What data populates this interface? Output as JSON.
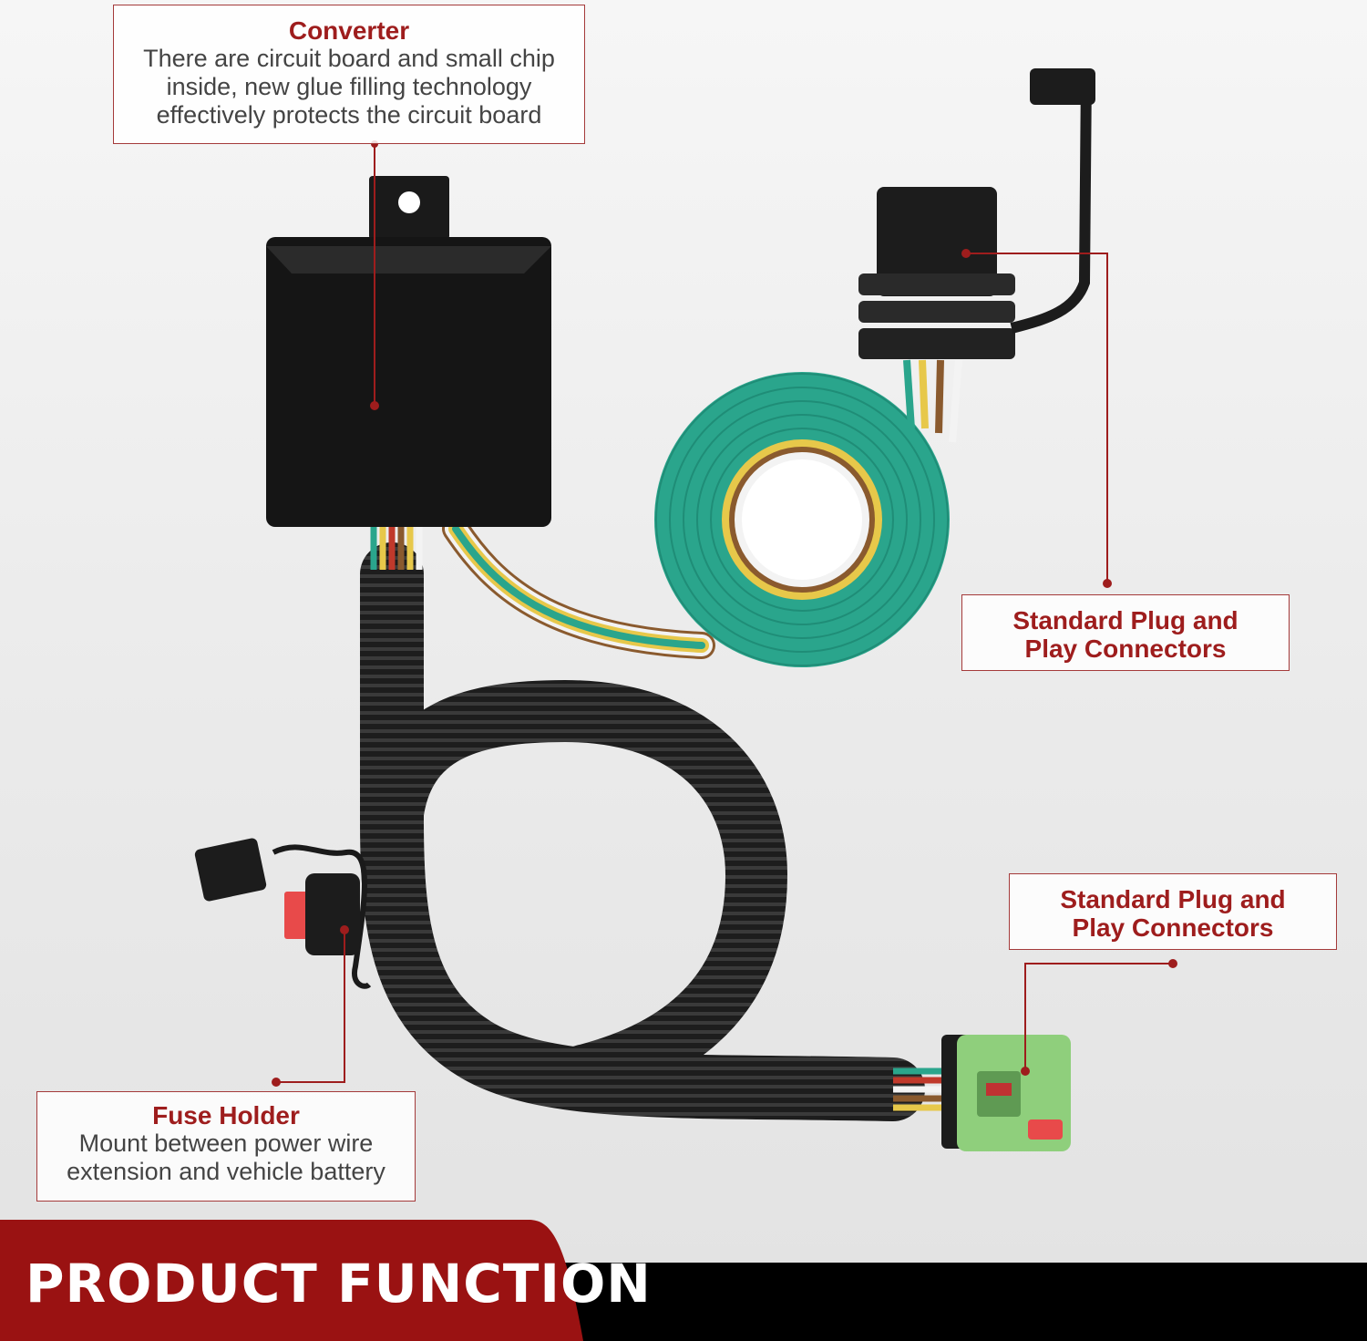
{
  "callouts": {
    "converter": {
      "title": "Converter",
      "desc": "There are circuit board and small chip\ninside, new glue filling technology\neffectively protects the circuit board"
    },
    "plug_top": {
      "title": "Standard Plug and\nPlay Connectors"
    },
    "plug_bottom": {
      "title": "Standard Plug and\nPlay Connectors"
    },
    "fuse": {
      "title": "Fuse Holder",
      "desc": "Mount between power wire\nextension and vehicle battery"
    }
  },
  "banner": {
    "label": "PRODUCT FUNCTION"
  },
  "colors": {
    "accent_red": "#9e1d1d",
    "banner_red": "#9a1212",
    "banner_black": "#000000",
    "wire_green": "#2aa58c",
    "wire_yellow": "#e7c84a",
    "wire_brown": "#8a5a2e",
    "wire_white": "#f3f3f3",
    "connector_green": "#8fcf7c",
    "fuse_red": "#e84a4a"
  }
}
